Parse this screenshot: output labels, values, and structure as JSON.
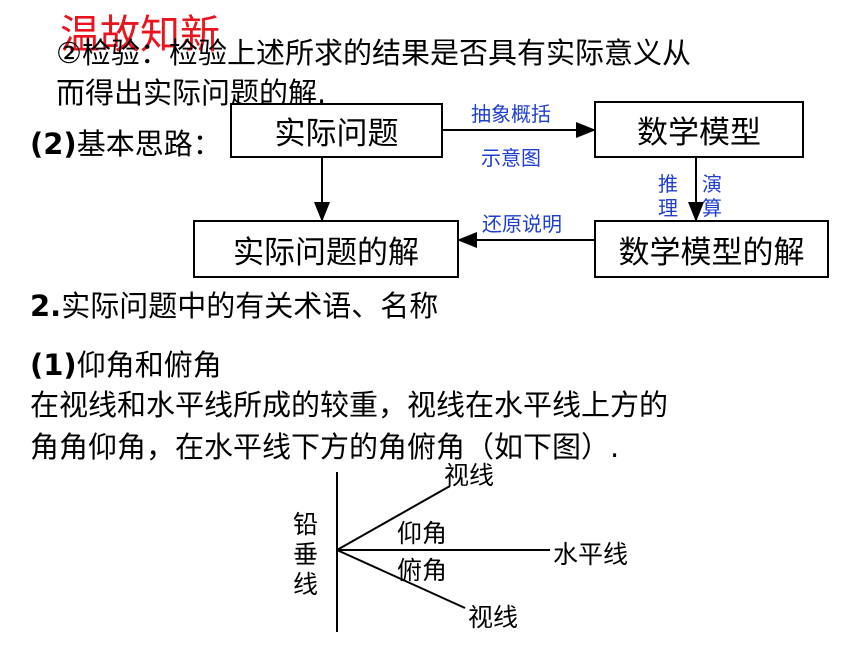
{
  "title": "温故知新",
  "para_check": {
    "line1": "②检验：检验上述所求的结果是否具有实际意义从",
    "line2": "而得出实际问题的解."
  },
  "section_basic": {
    "number": "(2)",
    "label": "基本思路："
  },
  "flowchart": {
    "box_real_problem": "实际问题",
    "box_math_model": "数学模型",
    "box_real_solution": "实际问题的解",
    "box_model_solution": "数学模型的解",
    "arrow_abstract_top": "抽象概括",
    "arrow_abstract_bottom": "示意图",
    "arrow_reason_left_top": "推",
    "arrow_reason_left_bottom": "理",
    "arrow_reason_right_top": "演",
    "arrow_reason_right_bottom": "算",
    "arrow_restore": "还原说明"
  },
  "section2": {
    "number": "2.",
    "text": "实际问题中的有关术语、名称"
  },
  "sub1": {
    "number": "(1)",
    "text": "仰角和俯角"
  },
  "definition": {
    "line1": "在视线和水平线所成的较重，视线在水平线上方的",
    "line2": "角角仰角，在水平线下方的角俯角（如下图）."
  },
  "diagram": {
    "vertical_1": "铅",
    "vertical_2": "垂",
    "vertical_3": "线",
    "sight_top": "视线",
    "elevation": "仰角",
    "horizontal": "水平线",
    "depression": "俯角",
    "sight_bottom": "视线"
  },
  "colors": {
    "title": "#e8141e",
    "annotation": "#1e3fcf"
  }
}
